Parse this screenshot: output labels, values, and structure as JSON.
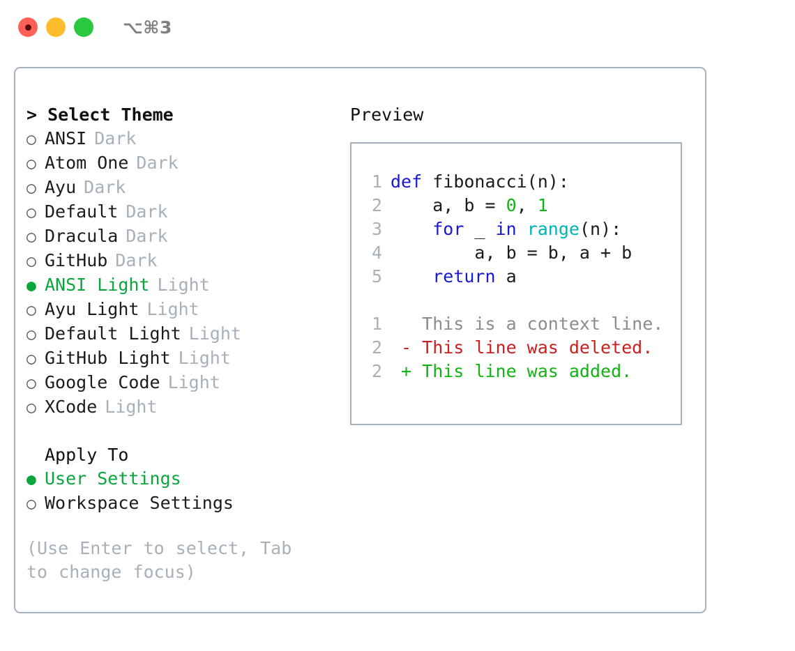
{
  "titlebar": {
    "shortcut": "⌥⌘3",
    "dots": [
      "close-dot",
      "minimize-dot",
      "maximize-dot"
    ]
  },
  "theme_panel": {
    "heading": "> Select Theme",
    "markers": {
      "selected": "●",
      "unselected": "○"
    },
    "items": [
      {
        "label": "ANSI",
        "variant": "Dark",
        "selected": false
      },
      {
        "label": "Atom One",
        "variant": "Dark",
        "selected": false
      },
      {
        "label": "Ayu",
        "variant": "Dark",
        "selected": false
      },
      {
        "label": "Default",
        "variant": "Dark",
        "selected": false
      },
      {
        "label": "Dracula",
        "variant": "Dark",
        "selected": false
      },
      {
        "label": "GitHub",
        "variant": "Dark",
        "selected": false
      },
      {
        "label": "ANSI Light",
        "variant": "Light",
        "selected": true
      },
      {
        "label": "Ayu Light",
        "variant": "Light",
        "selected": false
      },
      {
        "label": "Default Light",
        "variant": "Light",
        "selected": false
      },
      {
        "label": "GitHub Light",
        "variant": "Light",
        "selected": false
      },
      {
        "label": "Google Code",
        "variant": "Light",
        "selected": false
      },
      {
        "label": "XCode",
        "variant": "Light",
        "selected": false
      }
    ]
  },
  "apply_to": {
    "heading": "Apply To",
    "items": [
      {
        "label": "User Settings",
        "selected": true
      },
      {
        "label": "Workspace Settings",
        "selected": false
      }
    ]
  },
  "hint": "(Use Enter to select, Tab to change focus)",
  "preview": {
    "heading": "Preview",
    "code_lines": [
      {
        "no": "1",
        "tokens": [
          {
            "t": "def ",
            "c": "kw"
          },
          {
            "t": "fibonacci(n):",
            "c": "plain"
          }
        ]
      },
      {
        "no": "2",
        "tokens": [
          {
            "t": "    a, b = ",
            "c": "plain"
          },
          {
            "t": "0",
            "c": "num"
          },
          {
            "t": ", ",
            "c": "plain"
          },
          {
            "t": "1",
            "c": "num"
          }
        ]
      },
      {
        "no": "3",
        "tokens": [
          {
            "t": "    ",
            "c": "plain"
          },
          {
            "t": "for",
            "c": "kw"
          },
          {
            "t": " _ ",
            "c": "plain"
          },
          {
            "t": "in",
            "c": "kw"
          },
          {
            "t": " ",
            "c": "plain"
          },
          {
            "t": "range",
            "c": "fn"
          },
          {
            "t": "(n):",
            "c": "plain"
          }
        ]
      },
      {
        "no": "4",
        "tokens": [
          {
            "t": "        a, b = b, a + b",
            "c": "plain"
          }
        ]
      },
      {
        "no": "5",
        "tokens": [
          {
            "t": "    ",
            "c": "plain"
          },
          {
            "t": "return",
            "c": "kw"
          },
          {
            "t": " a",
            "c": "plain"
          }
        ]
      }
    ],
    "diff_lines": [
      {
        "no": "1",
        "text": "   This is a context line.",
        "kind": "ctx"
      },
      {
        "no": "2",
        "text": " - This line was deleted.",
        "kind": "del"
      },
      {
        "no": "2",
        "text": " + This line was added.",
        "kind": "add"
      }
    ]
  },
  "colors": {
    "accent_green": "#0aa63c",
    "muted": "#a8b0ba",
    "border": "#a7b2bf",
    "keyword": "#1919d4",
    "function": "#00b3b3",
    "number": "#13b313",
    "diff_deleted": "#cc2020",
    "diff_added": "#13b313"
  }
}
